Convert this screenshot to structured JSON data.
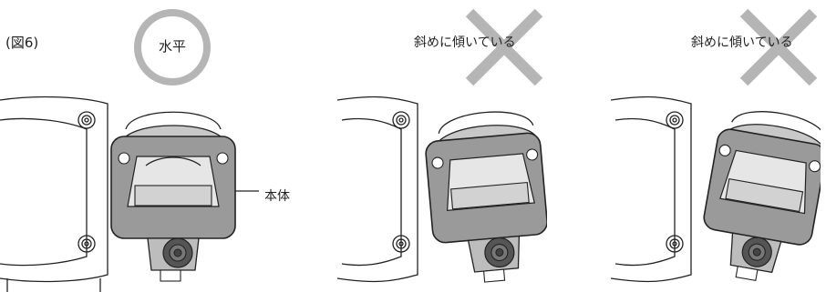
{
  "figure_label": "(図6)",
  "panels": [
    {
      "status": "ok",
      "label": "水平",
      "callout": "本体"
    },
    {
      "status": "ng",
      "label": "斜めに傾いている"
    },
    {
      "status": "ng",
      "label": "斜めに傾いている"
    }
  ],
  "tilt_degrees": [
    0,
    -5,
    10
  ],
  "colors": {
    "mark": "#b5b5b5",
    "line": "#222222",
    "body_fill": "#9a9a9a",
    "body_fill_light": "#c8c8c8"
  }
}
